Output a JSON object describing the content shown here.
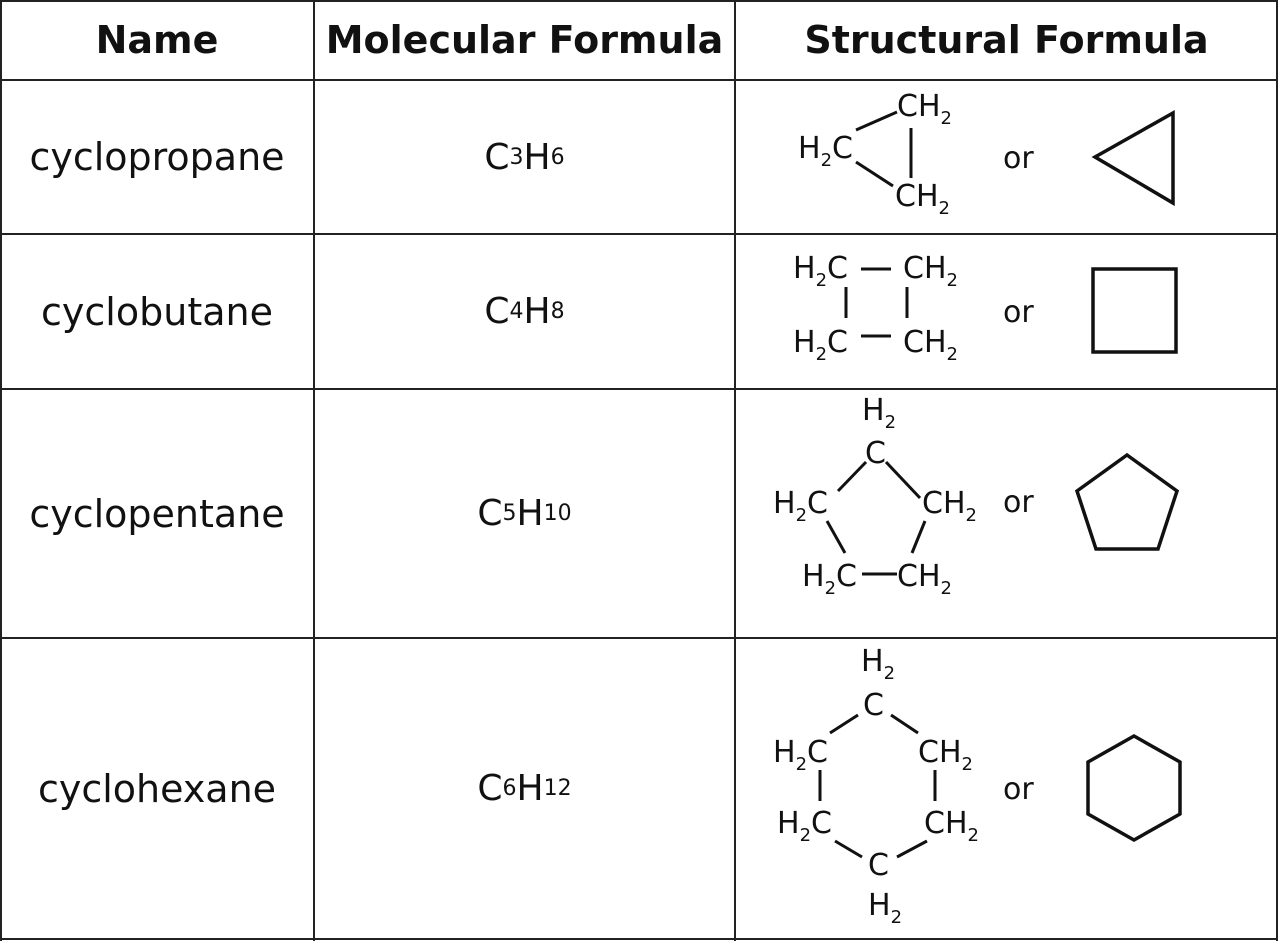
{
  "headers": {
    "name": "Name",
    "molecular": "Molecular Formula",
    "structural": "Structural Formula"
  },
  "connector": "or",
  "rows": [
    {
      "name": "cyclopropane",
      "c": "C",
      "c_n": "3",
      "h": "H",
      "h_n": "6",
      "ring": "triangle"
    },
    {
      "name": "cyclobutane",
      "c": "C",
      "c_n": "4",
      "h": "H",
      "h_n": "8",
      "ring": "square"
    },
    {
      "name": "cyclopentane",
      "c": "C",
      "c_n": "5",
      "h": "H",
      "h_n": "10",
      "ring": "pentagon"
    },
    {
      "name": "cyclohexane",
      "c": "C",
      "c_n": "6",
      "h": "H",
      "h_n": "12",
      "ring": "hexagon"
    }
  ],
  "atoms": {
    "ch2_c": "C",
    "ch2_h": "H",
    "two": "2"
  }
}
